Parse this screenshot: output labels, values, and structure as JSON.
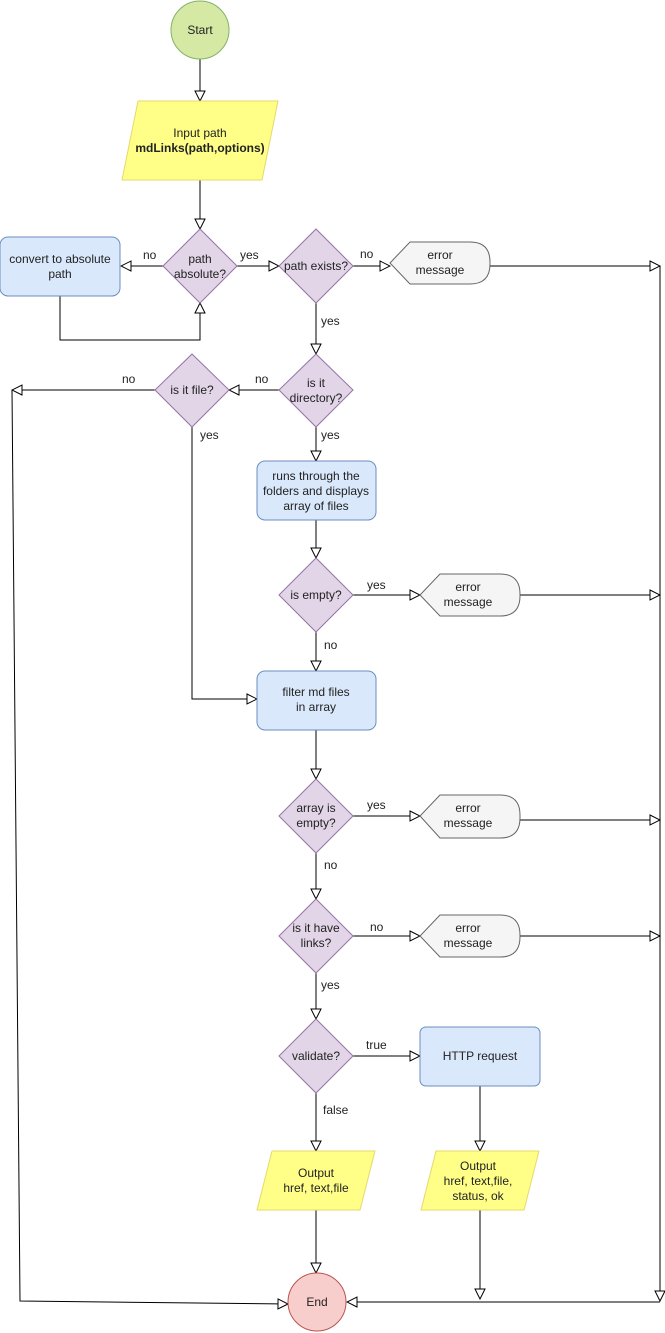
{
  "nodes": {
    "start": "Start",
    "input_line1": "Input path",
    "input_line2": "mdLinks(path,options)",
    "path_absolute_1": "path",
    "path_absolute_2": "absolute?",
    "convert_1": "convert to absolute",
    "convert_2": "path",
    "path_exists": "path exists?",
    "error_1a": "error",
    "error_1b": "message",
    "is_directory_1": "is it",
    "is_directory_2": "directory?",
    "is_file": "is it file?",
    "runs_1": "runs through the",
    "runs_2": "folders and displays",
    "runs_3": "array of files",
    "is_empty": "is empty?",
    "error_2a": "error",
    "error_2b": "message",
    "filter_1": "filter md files",
    "filter_2": "in array",
    "array_empty_1": "array is",
    "array_empty_2": "empty?",
    "error_3a": "error",
    "error_3b": "message",
    "have_links_1": "is it have",
    "have_links_2": "links?",
    "error_4a": "error",
    "error_4b": "message",
    "validate": "validate?",
    "http": "HTTP request",
    "out1_1": "Output",
    "out1_2": "href, text,file",
    "out2_1": "Output",
    "out2_2": "href, text,file,",
    "out2_3": "status, ok",
    "end": "End"
  },
  "edge_labels": {
    "abs_no": "no",
    "abs_yes": "yes",
    "exists_no": "no",
    "exists_yes": "yes",
    "dir_no": "no",
    "dir_yes": "yes",
    "file_no": "no",
    "file_yes": "yes",
    "empty_yes": "yes",
    "empty_no": "no",
    "arr_yes": "yes",
    "arr_no": "no",
    "links_no": "no",
    "links_yes": "yes",
    "validate_true": "true",
    "validate_false": "false"
  },
  "colors": {
    "start_fill": "#d5e8a4",
    "start_stroke": "#82b366",
    "io_fill": "#ffff88",
    "io_stroke": "#e6d86a",
    "decision_fill": "#e1d5e7",
    "decision_stroke": "#9673a6",
    "process_fill": "#dae8fc",
    "process_stroke": "#6c8ebf",
    "error_fill": "#f5f5f5",
    "error_stroke": "#666666",
    "end_fill": "#f8cecc",
    "end_stroke": "#b85450"
  }
}
